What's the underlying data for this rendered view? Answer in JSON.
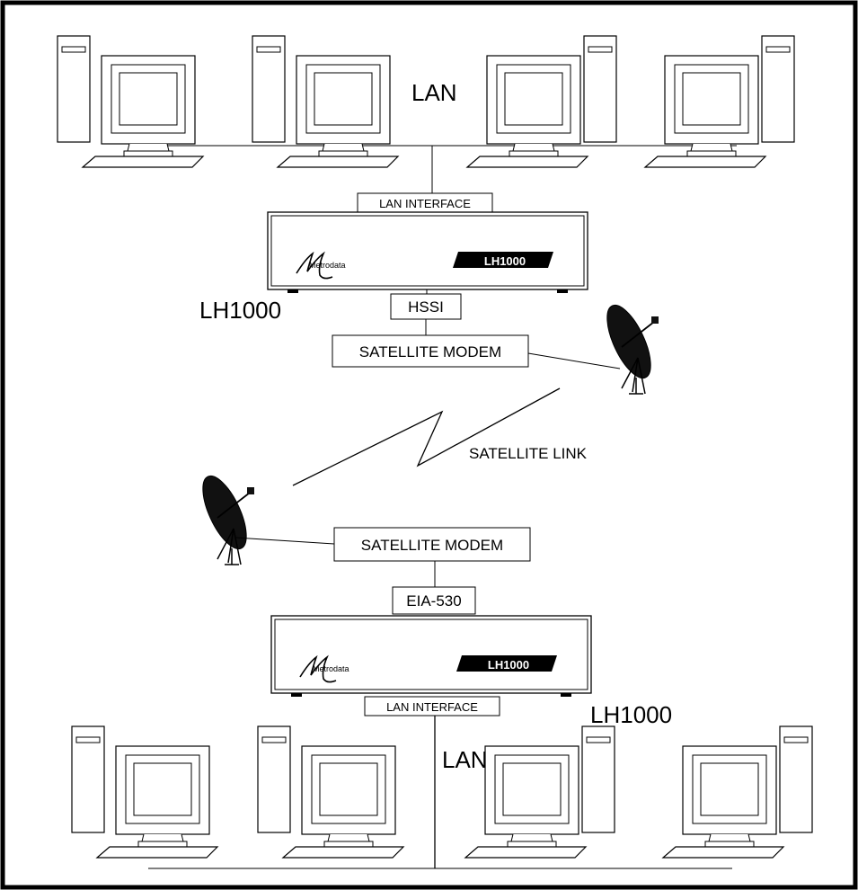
{
  "labels": {
    "lan_top": "LAN",
    "lan_bottom": "LAN",
    "lan_interface_top": "LAN INTERFACE",
    "lan_interface_bottom": "LAN INTERFACE",
    "device_name_top": "LH1000",
    "device_name_bottom": "LH1000",
    "device_badge_top": "LH1000",
    "device_badge_bottom": "LH1000",
    "brand_logo_top": "Metrodata",
    "brand_logo_bottom": "Metrodata",
    "hssi": "HSSI",
    "eia530": "EIA-530",
    "satellite_modem_top": "SATELLITE MODEM",
    "satellite_modem_bottom": "SATELLITE MODEM",
    "satellite_link": "SATELLITE LINK"
  }
}
